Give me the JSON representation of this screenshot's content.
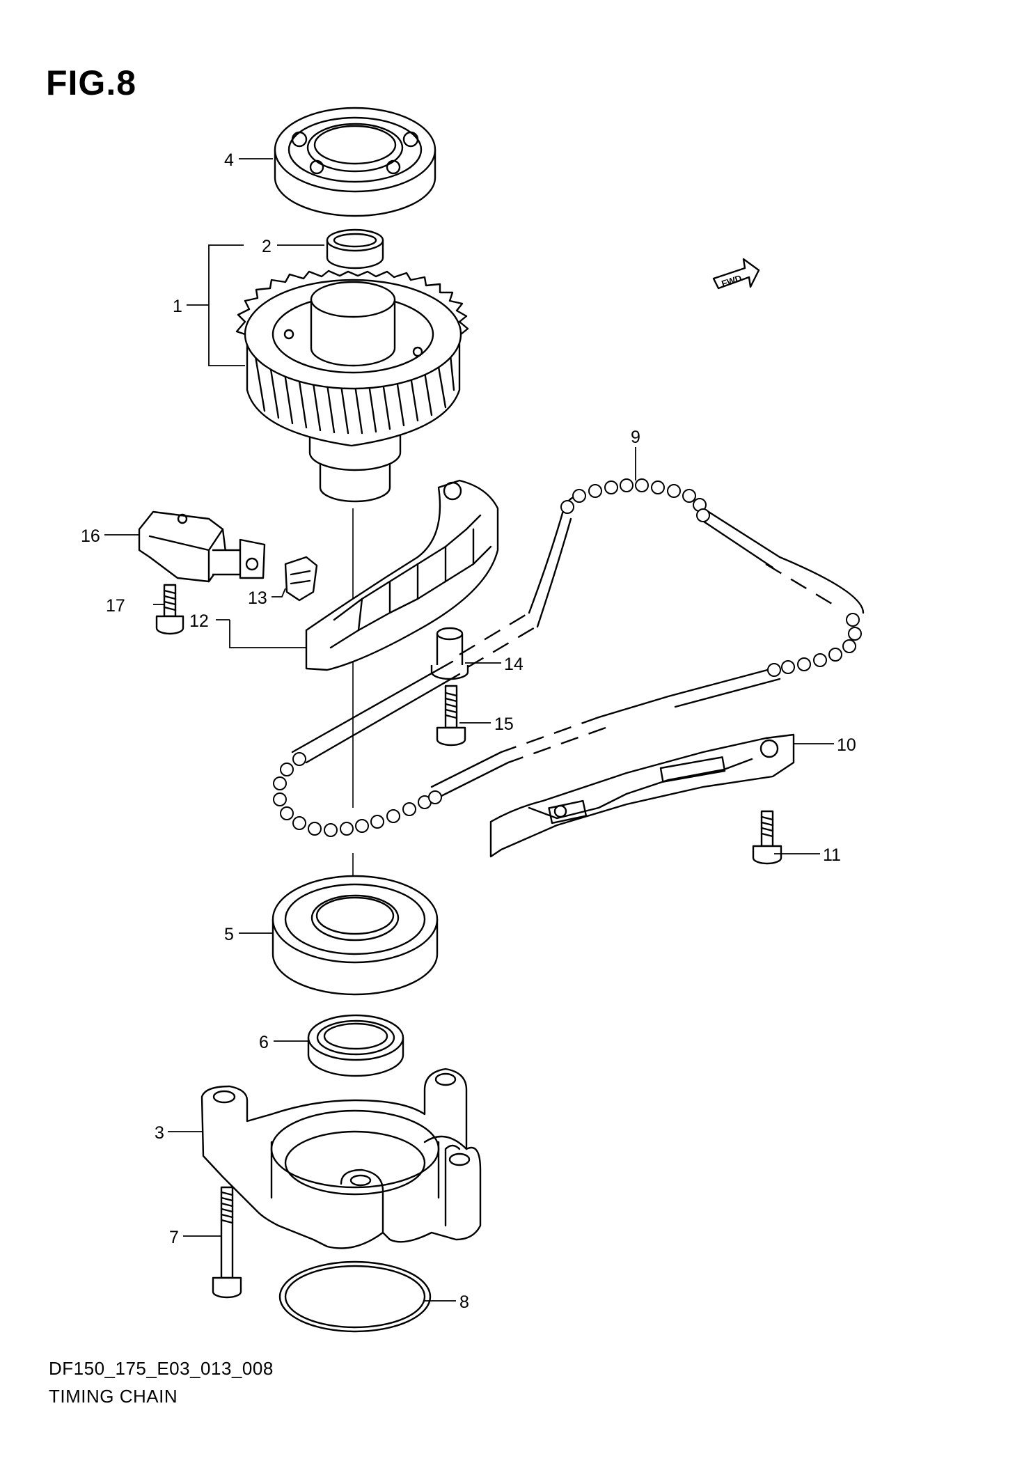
{
  "figure": {
    "title": "FIG.8",
    "code": "DF150_175_E03_013_008",
    "name": "TIMING CHAIN"
  },
  "direction_badge": "FWD",
  "callouts": [
    {
      "id": "c1",
      "label": "1"
    },
    {
      "id": "c2",
      "label": "2"
    },
    {
      "id": "c3",
      "label": "3"
    },
    {
      "id": "c4",
      "label": "4"
    },
    {
      "id": "c5",
      "label": "5"
    },
    {
      "id": "c6",
      "label": "6"
    },
    {
      "id": "c7",
      "label": "7"
    },
    {
      "id": "c8",
      "label": "8"
    },
    {
      "id": "c9",
      "label": "9"
    },
    {
      "id": "c10",
      "label": "10"
    },
    {
      "id": "c11",
      "label": "11"
    },
    {
      "id": "c12",
      "label": "12"
    },
    {
      "id": "c13",
      "label": "13"
    },
    {
      "id": "c14",
      "label": "14"
    },
    {
      "id": "c15",
      "label": "15"
    },
    {
      "id": "c16",
      "label": "16"
    },
    {
      "id": "c17",
      "label": "17"
    }
  ]
}
